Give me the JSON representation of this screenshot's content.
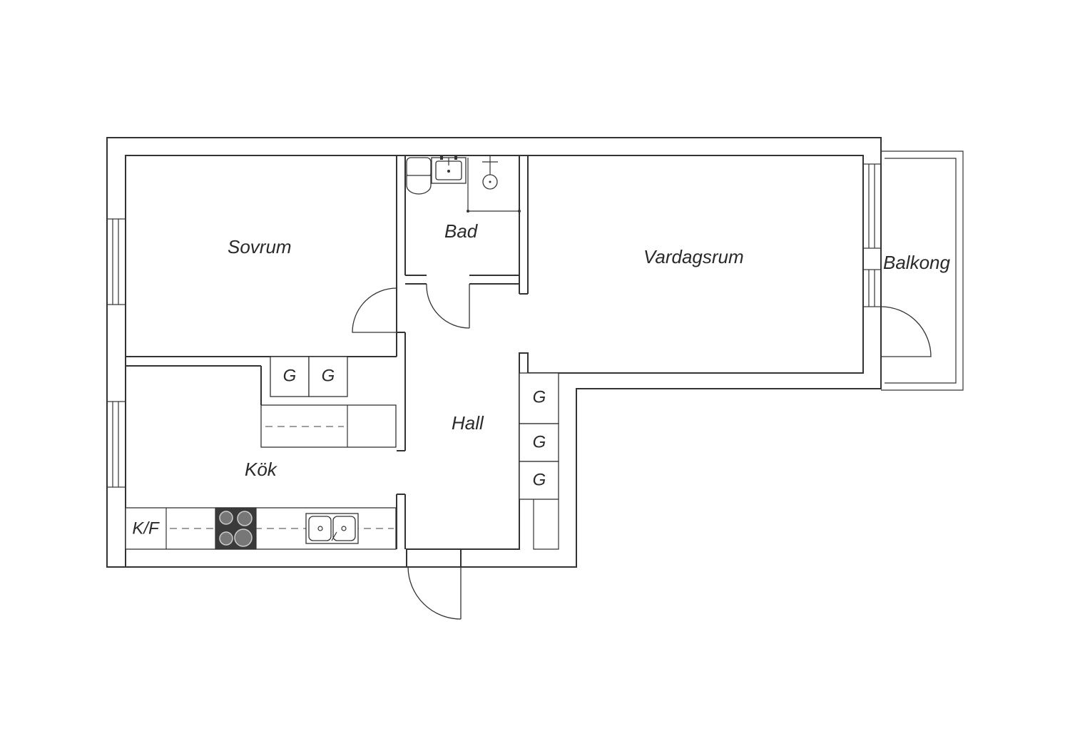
{
  "rooms": {
    "sovrum": "Sovrum",
    "bad": "Bad",
    "vardagsrum": "Vardagsrum",
    "balkong": "Balkong",
    "hall": "Hall",
    "kok": "Kök"
  },
  "wardrobe_label": "G",
  "fridge_freezer_label": "K/F",
  "colors": {
    "lines": "#333333",
    "background": "#ffffff",
    "stove": "#3a3a3a"
  }
}
